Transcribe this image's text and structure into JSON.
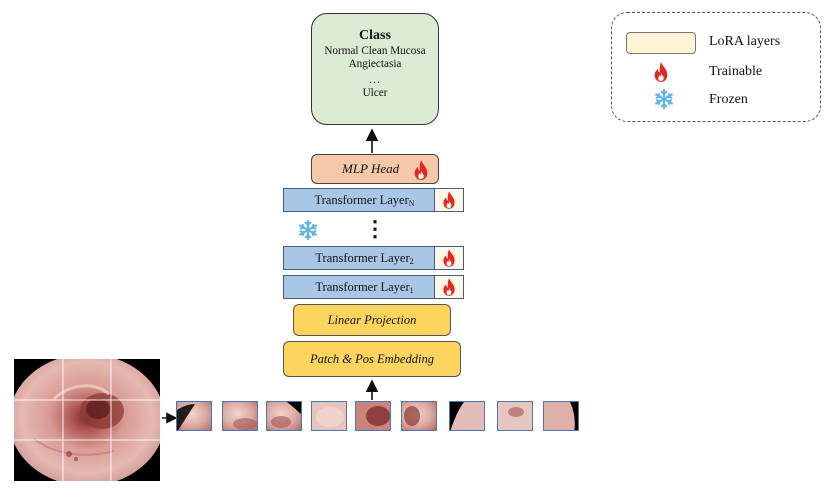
{
  "output": {
    "title": "Class",
    "items": [
      "Normal Clean Mucosa",
      "Angiectasia",
      "…",
      "Ulcer"
    ]
  },
  "mlp_head": {
    "label": "MLP Head"
  },
  "transformer_layers": {
    "base": "Transformer Layer",
    "layer_n_sub": "N",
    "layer_2_sub": "2",
    "layer_1_sub": "1",
    "ellipsis": "⋮"
  },
  "linear_projection": {
    "label": "Linear Projection"
  },
  "patch_embedding": {
    "label": "Patch & Pos Embedding"
  },
  "legend": {
    "lora": "LoRA layers",
    "trainable": "Trainable",
    "frozen": "Frozen"
  },
  "icons": {
    "trainable": "flame-icon",
    "frozen": "snowflake-icon"
  },
  "colors": {
    "class_box": "#dcebd3",
    "mlp_head": "#f4c8a8",
    "transformer": "#a9c6e7",
    "lora": "#fff8e6",
    "projection": "#fdd45e",
    "flame": "#e8261c",
    "snowflake": "#5fb3e8"
  },
  "patch_count": 9
}
